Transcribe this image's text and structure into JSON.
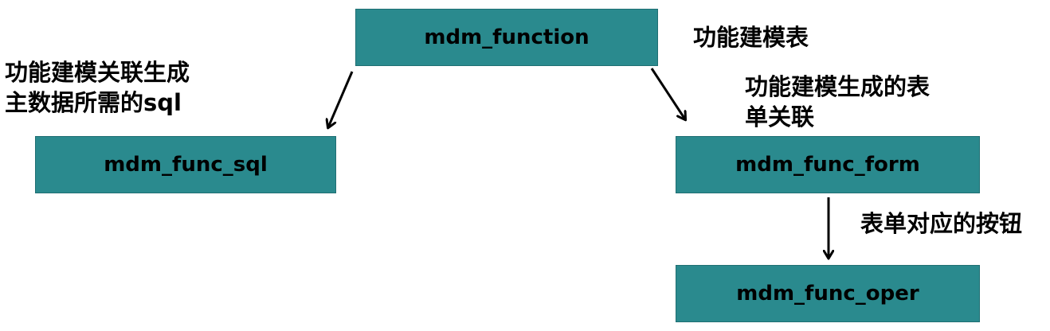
{
  "nodes": {
    "function": "mdm_function",
    "sql": "mdm_func_sql",
    "form": "mdm_func_form",
    "oper": "mdm_func_oper"
  },
  "labels": {
    "function_desc": "功能建模表",
    "sql_desc_line1": "功能建模关联生成",
    "sql_desc_line2": "主数据所需的sql",
    "form_desc_line1": "功能建模生成的表",
    "form_desc_line2": "单关联",
    "oper_desc": "表单对应的按钮"
  },
  "colors": {
    "node_fill": "#2a8a8e",
    "arrow": "#000000"
  }
}
